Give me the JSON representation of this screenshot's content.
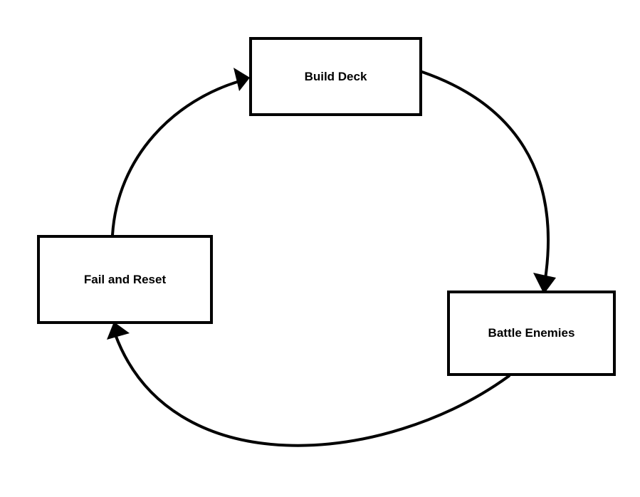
{
  "diagram": {
    "type": "cycle",
    "nodes": [
      {
        "id": "build-deck",
        "label": "Build Deck"
      },
      {
        "id": "battle-enemies",
        "label": "Battle Enemies"
      },
      {
        "id": "fail-and-reset",
        "label": "Fail and Reset"
      }
    ],
    "edges": [
      {
        "from": "build-deck",
        "to": "battle-enemies"
      },
      {
        "from": "battle-enemies",
        "to": "fail-and-reset"
      },
      {
        "from": "fail-and-reset",
        "to": "build-deck"
      }
    ],
    "colors": {
      "stroke": "#000000",
      "background": "#ffffff"
    }
  }
}
